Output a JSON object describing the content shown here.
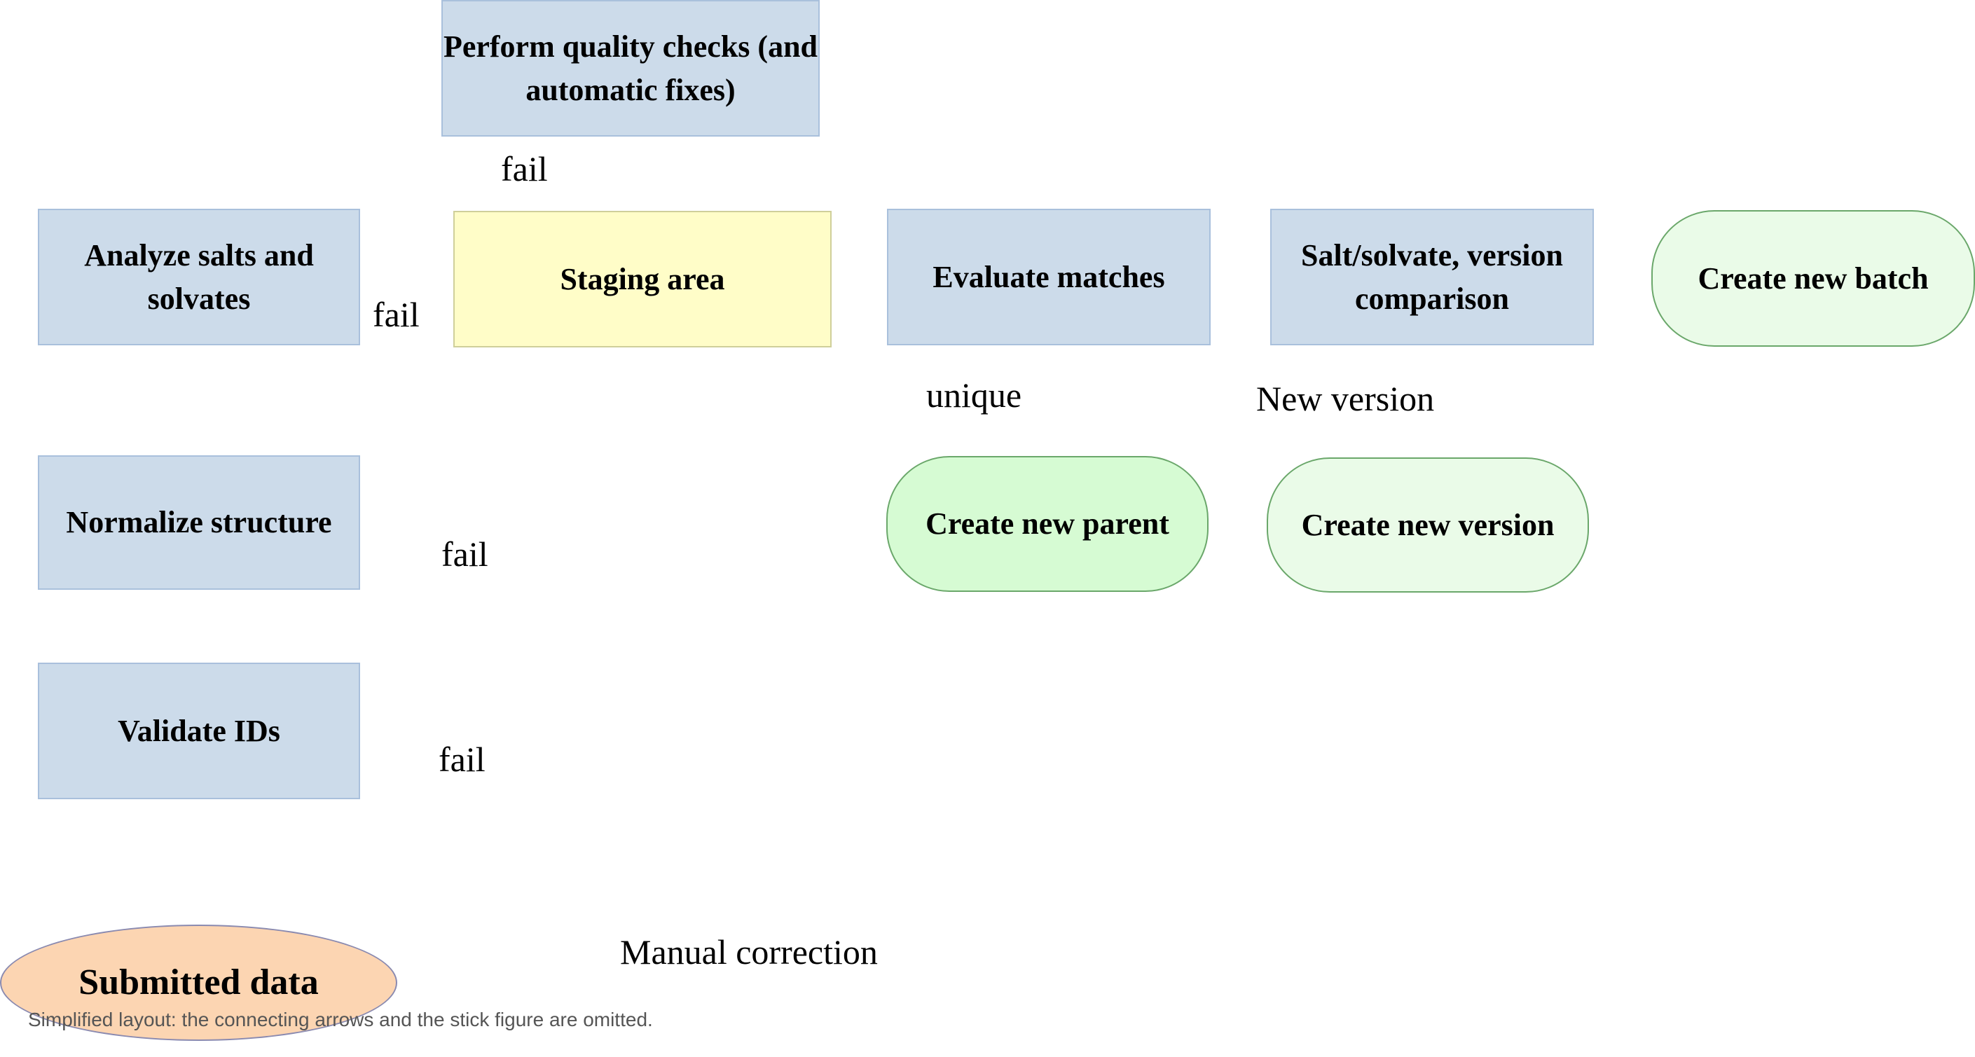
{
  "nodes": {
    "quality": "Perform quality checks (and automatic fixes)",
    "salts": "Analyze salts and solvates",
    "staging": "Staging area",
    "evaluate": "Evaluate matches",
    "salt_version": "Salt/solvate, version comparison",
    "new_batch": "Create new batch",
    "normalize": "Normalize structure",
    "new_parent": "Create new parent",
    "new_version": "Create new version",
    "validate": "Validate IDs",
    "submitted": "Submitted data"
  },
  "labels": {
    "fail": "fail",
    "unique": "unique",
    "new_version": "New version",
    "manual": "Manual correction"
  }
}
